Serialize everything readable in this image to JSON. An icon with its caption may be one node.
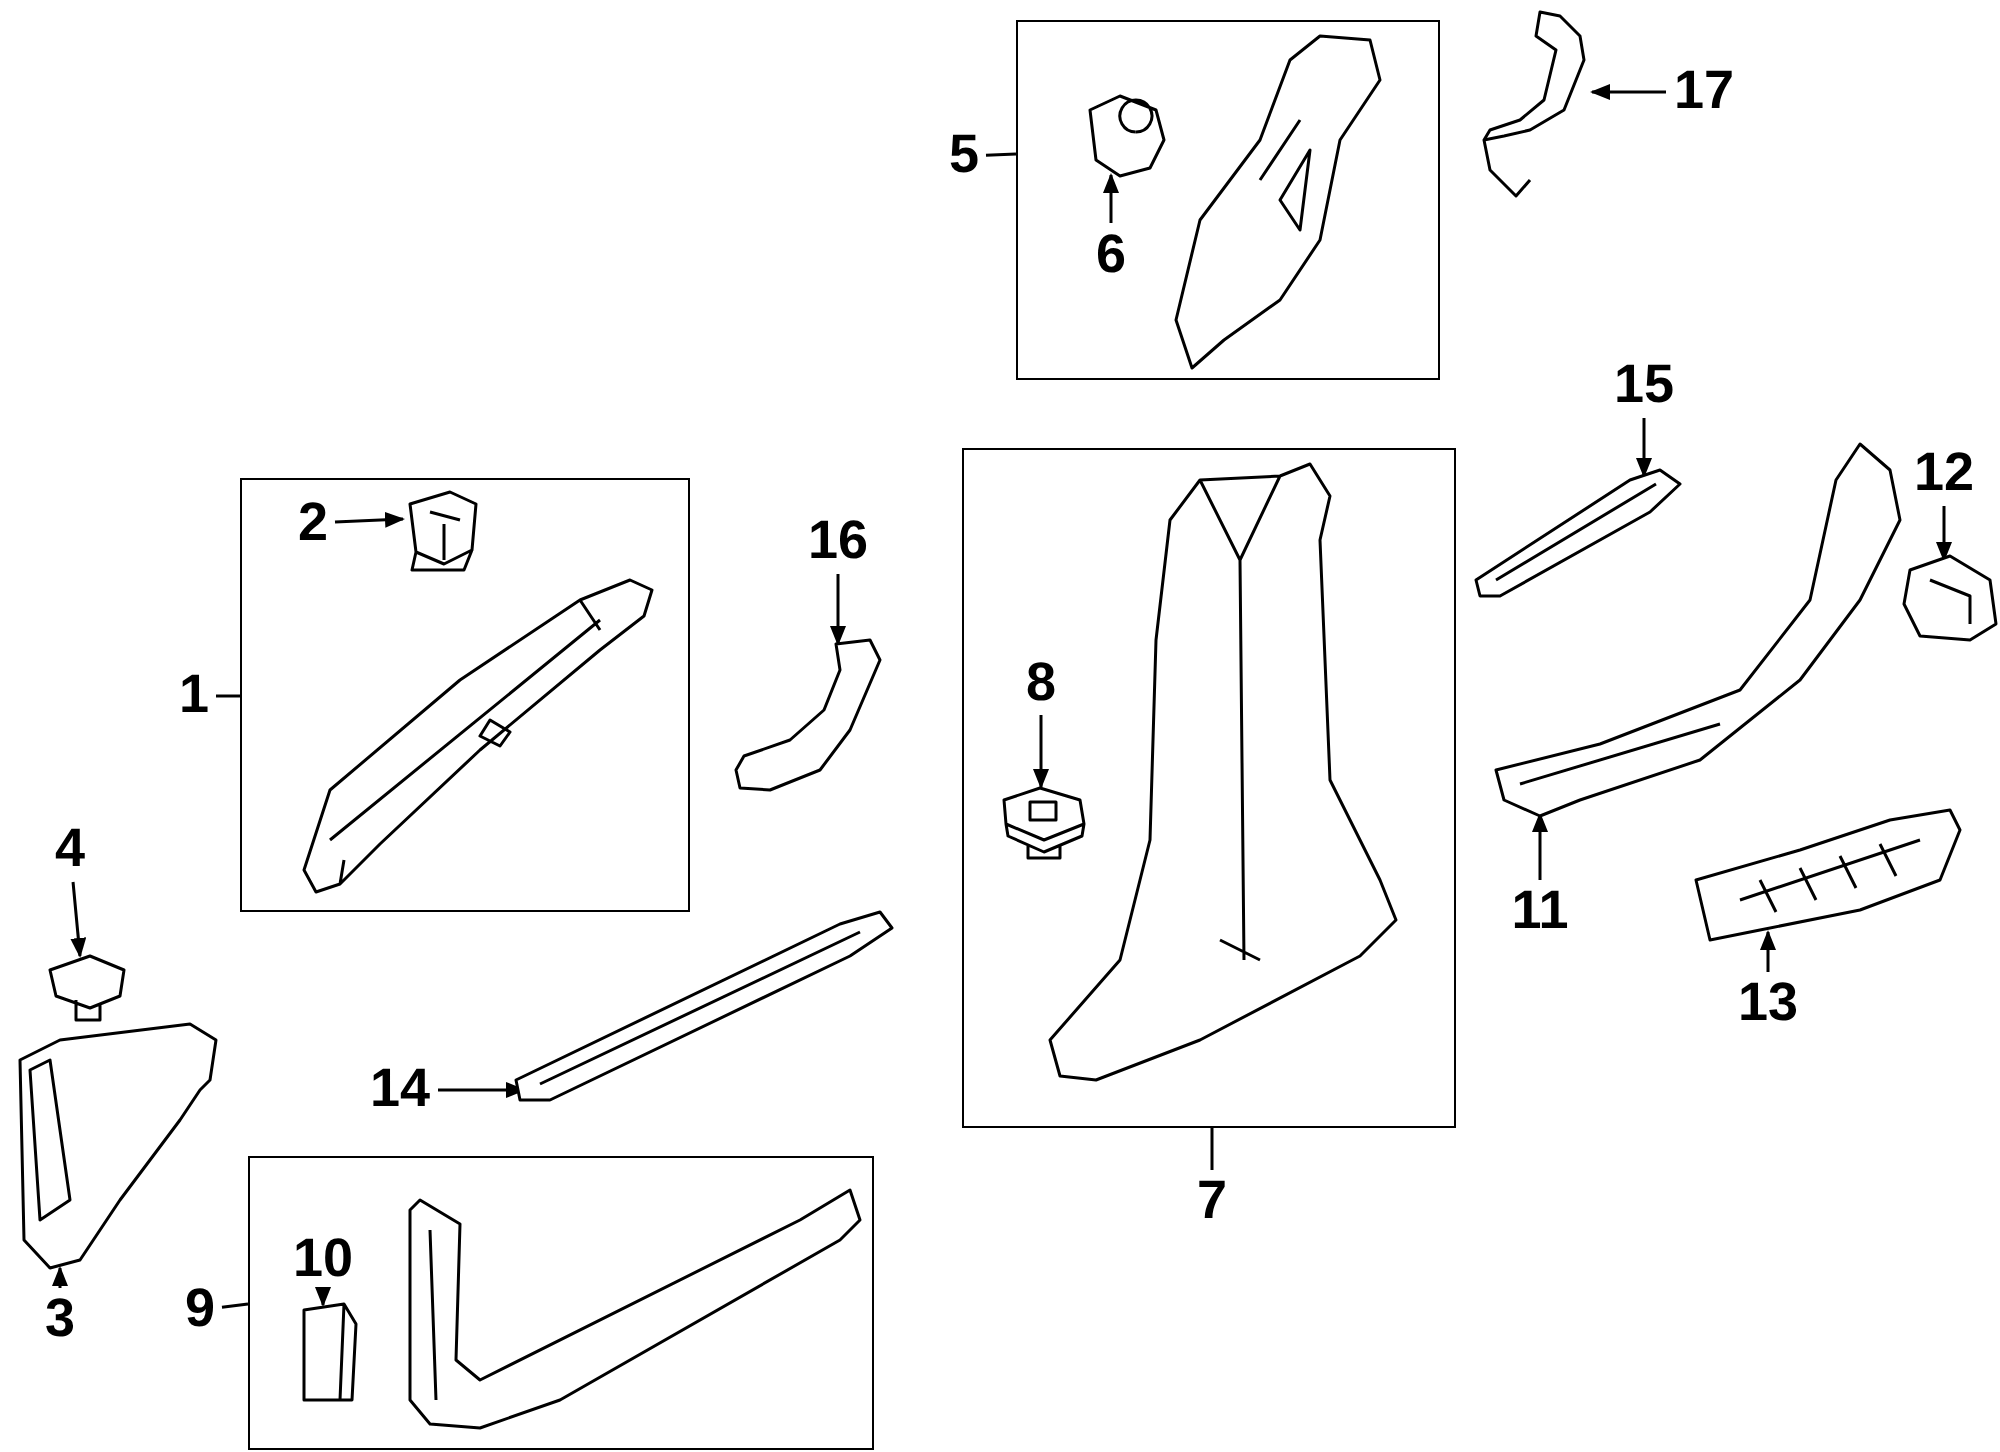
{
  "diagram": {
    "nodes": [
      {
        "text": [],
        "shape": "box"
      },
      {
        "text": [],
        "shape": "picture",
        "in": 0
      },
      {
        "text": [],
        "shape": "picture",
        "in": 0
      },
      {
        "text": [],
        "shape": "box"
      },
      {
        "text": [],
        "shape": "picture",
        "in": 3
      },
      {
        "text": [],
        "shape": "picture",
        "in": 3
      },
      {
        "text": [],
        "shape": "box"
      },
      {
        "text": [],
        "shape": "picture",
        "in": 6
      },
      {
        "text": [],
        "shape": "picture",
        "in": 6
      },
      {
        "text": [],
        "shape": "box"
      },
      {
        "text": [],
        "shape": "picture",
        "in": 9
      },
      {
        "text": [],
        "shape": "picture",
        "in": 9
      },
      {
        "text": [],
        "shape": "picture"
      },
      {
        "text": [],
        "shape": "picture"
      },
      {
        "text": [],
        "shape": "picture"
      },
      {
        "text": [],
        "shape": "picture"
      },
      {
        "text": [],
        "shape": "picture"
      },
      {
        "text": [],
        "shape": "picture"
      },
      {
        "text": [],
        "shape": "picture"
      },
      {
        "text": [],
        "shape": "picture"
      },
      {
        "text": [],
        "shape": "picture"
      },
      {
        "text": [
          "1"
        ]
      },
      {
        "text": [
          "2"
        ],
        "in": 0
      },
      {
        "text": [
          "3"
        ]
      },
      {
        "text": [
          "4"
        ]
      },
      {
        "text": [
          "5"
        ]
      },
      {
        "text": [
          "6"
        ],
        "in": 3
      },
      {
        "text": [
          "7"
        ]
      },
      {
        "text": [
          "8"
        ],
        "in": 6
      },
      {
        "text": [
          "9"
        ]
      },
      {
        "text": [
          "10"
        ],
        "in": 9
      },
      {
        "text": [
          "11"
        ]
      },
      {
        "text": [
          "12"
        ]
      },
      {
        "text": [
          "13"
        ]
      },
      {
        "text": [
          "14"
        ]
      },
      {
        "text": [
          "15"
        ]
      },
      {
        "text": [
          "16"
        ]
      },
      {
        "text": [
          "17"
        ]
      }
    ],
    "edges": [
      {
        "from": 21,
        "to": 0,
        "arrow": "none"
      },
      {
        "from": 22,
        "to": 1,
        "arrow": "to"
      },
      {
        "from": 23,
        "to": 13,
        "arrow": "to"
      },
      {
        "from": 24,
        "to": 12,
        "arrow": "to"
      },
      {
        "from": 25,
        "to": 3,
        "arrow": "none"
      },
      {
        "from": 26,
        "to": 4,
        "arrow": "to"
      },
      {
        "from": 27,
        "to": 6,
        "arrow": "none"
      },
      {
        "from": 28,
        "to": 7,
        "arrow": "to"
      },
      {
        "from": 29,
        "to": 9,
        "arrow": "none"
      },
      {
        "from": 30,
        "to": 10,
        "arrow": "to"
      },
      {
        "from": 31,
        "to": 18,
        "arrow": "to"
      },
      {
        "from": 32,
        "to": 19,
        "arrow": "to"
      },
      {
        "from": 33,
        "to": 20,
        "arrow": "to"
      },
      {
        "from": 34,
        "to": 14,
        "arrow": "to"
      },
      {
        "from": 35,
        "to": 17,
        "arrow": "to"
      },
      {
        "from": 36,
        "to": 15,
        "arrow": "to"
      },
      {
        "from": 37,
        "to": 16,
        "arrow": "to"
      }
    ]
  }
}
